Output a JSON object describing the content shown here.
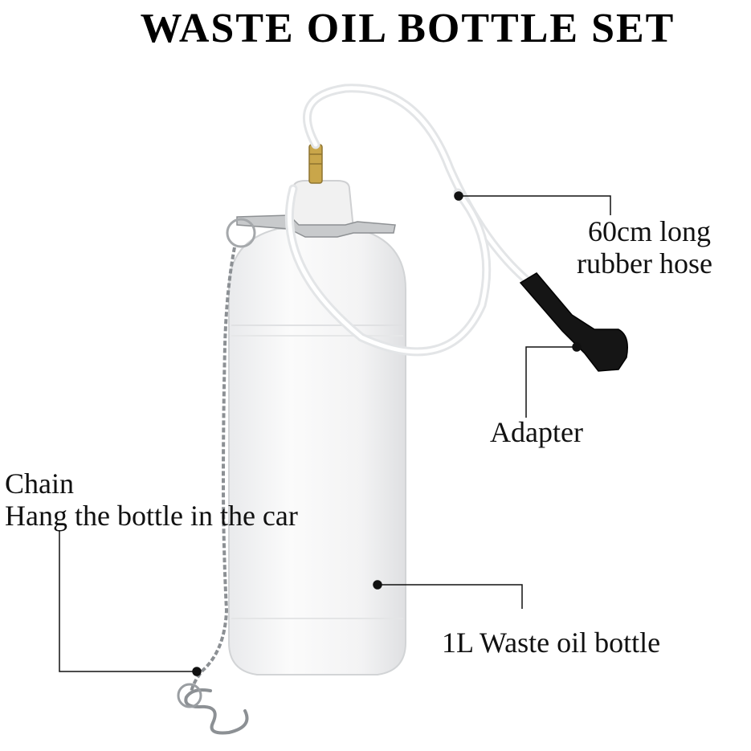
{
  "title": "WASTE OIL BOTTLE SET",
  "labels": {
    "hose_line1": "60cm long",
    "hose_line2": "rubber hose",
    "adapter": "Adapter",
    "chain_line1": "Chain",
    "chain_line2": "Hang the bottle in the car",
    "bottle": "1L Waste oil bottle"
  }
}
